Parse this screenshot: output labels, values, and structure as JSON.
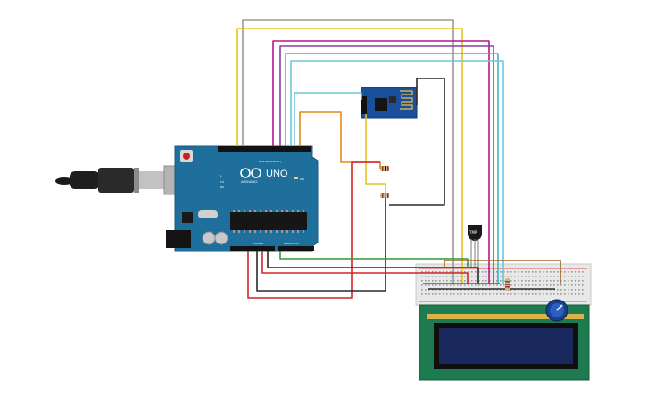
{
  "arduino": {
    "brand": "UNO",
    "logo_text": "ARDUINO",
    "header_digital": "DIGITAL (PWM~)",
    "header_power": "POWER",
    "header_analog": "ANALOG IN",
    "led_on": "ON",
    "led_tx": "TX",
    "led_rx": "RX",
    "led_l": "L"
  },
  "sensor": {
    "label": "TMP"
  },
  "colors": {
    "board": "#1f6f9c",
    "board_edge": "#185a80",
    "breadboard": "#e8e8e8",
    "lcd_pcb": "#1e7a4f",
    "lcd_screen": "#1b2a5e",
    "wifi_module": "#1a4f9c",
    "wire_yellow": "#e7c21a",
    "wire_gray": "#9a9a9a",
    "wire_magenta": "#b5168d",
    "wire_purple": "#8a3fa8",
    "wire_cyan": "#3ab7c9",
    "wire_lightblue": "#6cc6d9",
    "wire_black": "#2a2a2a",
    "wire_red": "#d42424",
    "wire_green": "#2e9c3a",
    "wire_orange": "#e08a1a",
    "wire_brown": "#9c6a2a"
  },
  "icons": [
    "usb-cable-icon",
    "reset-button-icon",
    "arduino-infinity-logo-icon",
    "potentiometer-knob-icon"
  ]
}
